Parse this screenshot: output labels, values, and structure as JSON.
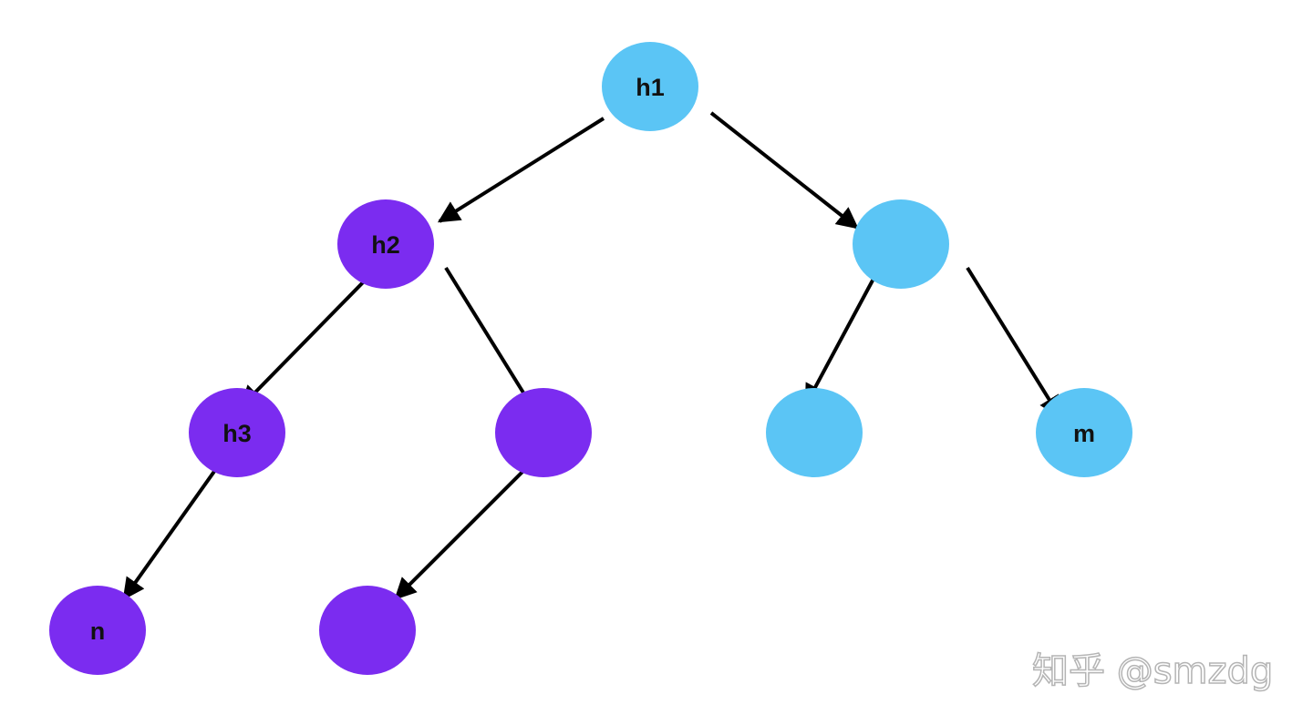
{
  "tree": {
    "nodes": [
      {
        "id": "root",
        "label": "h1",
        "group": "blue"
      },
      {
        "id": "left",
        "label": "h2",
        "group": "purple"
      },
      {
        "id": "right",
        "label": "",
        "group": "blue"
      },
      {
        "id": "left-left",
        "label": "h3",
        "group": "purple"
      },
      {
        "id": "left-right",
        "label": "",
        "group": "purple"
      },
      {
        "id": "right-left",
        "label": "",
        "group": "blue"
      },
      {
        "id": "right-right",
        "label": "m",
        "group": "blue"
      },
      {
        "id": "left-left-left",
        "label": "n",
        "group": "purple"
      },
      {
        "id": "left-right-left",
        "label": "",
        "group": "purple"
      }
    ],
    "edges": [
      {
        "from": "root",
        "to": "left"
      },
      {
        "from": "root",
        "to": "right"
      },
      {
        "from": "left",
        "to": "left-left"
      },
      {
        "from": "left",
        "to": "left-right"
      },
      {
        "from": "right",
        "to": "right-left"
      },
      {
        "from": "right",
        "to": "right-right"
      },
      {
        "from": "left-left",
        "to": "left-left-left"
      },
      {
        "from": "left-right",
        "to": "left-right-left"
      }
    ]
  },
  "colors": {
    "blue": "#5bc5f5",
    "purple": "#7b2cf0",
    "edge": "#000000"
  },
  "watermark": {
    "text": "知乎 @smzdg"
  }
}
